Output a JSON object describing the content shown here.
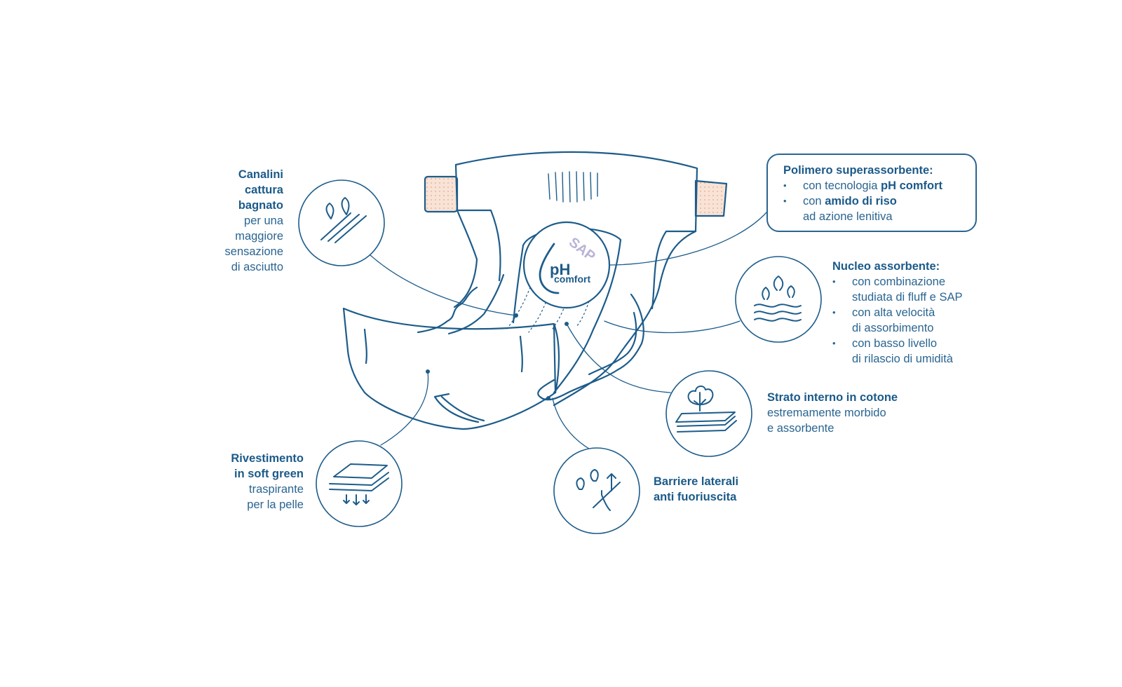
{
  "colors": {
    "stroke": "#1d5c8a",
    "text": "#2a6591",
    "sap": "#b9b3d6",
    "tab": "#f6d9c8"
  },
  "center_badge": {
    "ph": "pH",
    "comfort": "comfort",
    "sap": "SAP"
  },
  "canalini": {
    "title_lines": [
      "Canalini",
      "cattura",
      "bagnato"
    ],
    "desc_lines": [
      "per una",
      "maggiore",
      "sensazione",
      "di asciutto"
    ],
    "icon": "drops-channels-icon"
  },
  "polimero": {
    "title": "Polimero superassorbente:",
    "item1": {
      "pre": "con tecnologia ",
      "bold": "pH comfort"
    },
    "item2": {
      "pre": "con ",
      "bold": "amido di riso",
      "cont": "ad azione lenitiva"
    }
  },
  "nucleo": {
    "title": "Nucleo assorbente:",
    "items": [
      {
        "l1": "con combinazione",
        "l2": "studiata di fluff e SAP"
      },
      {
        "l1": "con alta velocità",
        "l2": "di assorbimento"
      },
      {
        "l1": "con basso livello",
        "l2": "di rilascio di umidità"
      }
    ],
    "icon": "water-drops-waves-icon"
  },
  "strato": {
    "title": "Strato interno in cotone",
    "desc_lines": [
      "estremamente morbido",
      "e assorbente"
    ],
    "icon": "cotton-layers-icon"
  },
  "barriere": {
    "title_lines": [
      "Barriere laterali",
      "anti fuoriuscita"
    ],
    "icon": "leak-barrier-icon"
  },
  "rivestimento": {
    "title_lines": [
      "Rivestimento",
      "in soft green"
    ],
    "desc_lines": [
      "traspirante",
      "per la pelle"
    ],
    "icon": "breathable-layers-icon"
  }
}
